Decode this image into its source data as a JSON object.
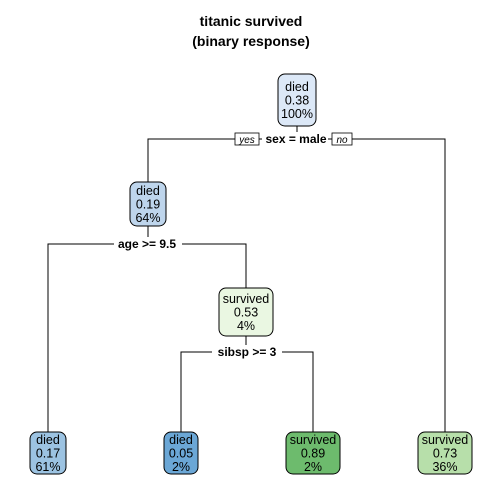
{
  "title": {
    "line1": "titanic survived",
    "line2": "(binary response)"
  },
  "edge_labels": {
    "yes": "yes",
    "no": "no"
  },
  "splits": [
    {
      "id": "split-sex",
      "label": "sex = male"
    },
    {
      "id": "split-age",
      "label": "age >= 9.5"
    },
    {
      "id": "split-sibsp",
      "label": "sibsp >= 3"
    }
  ],
  "nodes": [
    {
      "id": "root",
      "class": "died",
      "prob": "0.38",
      "pct": "100%",
      "color": "#dce8f7"
    },
    {
      "id": "male",
      "class": "died",
      "prob": "0.19",
      "pct": "64%",
      "color": "#bed5ec"
    },
    {
      "id": "young-male",
      "class": "survived",
      "prob": "0.53",
      "pct": "4%",
      "color": "#eaf7e2"
    },
    {
      "id": "leaf-adult-male",
      "class": "died",
      "prob": "0.17",
      "pct": "61%",
      "color": "#9cc3e2"
    },
    {
      "id": "leaf-young-male-big-family",
      "class": "died",
      "prob": "0.05",
      "pct": "2%",
      "color": "#6ba7d6"
    },
    {
      "id": "leaf-young-male-small-family",
      "class": "survived",
      "prob": "0.89",
      "pct": "2%",
      "color": "#6dbb6d"
    },
    {
      "id": "leaf-female",
      "class": "survived",
      "prob": "0.73",
      "pct": "36%",
      "color": "#b7dfaa"
    }
  ]
}
